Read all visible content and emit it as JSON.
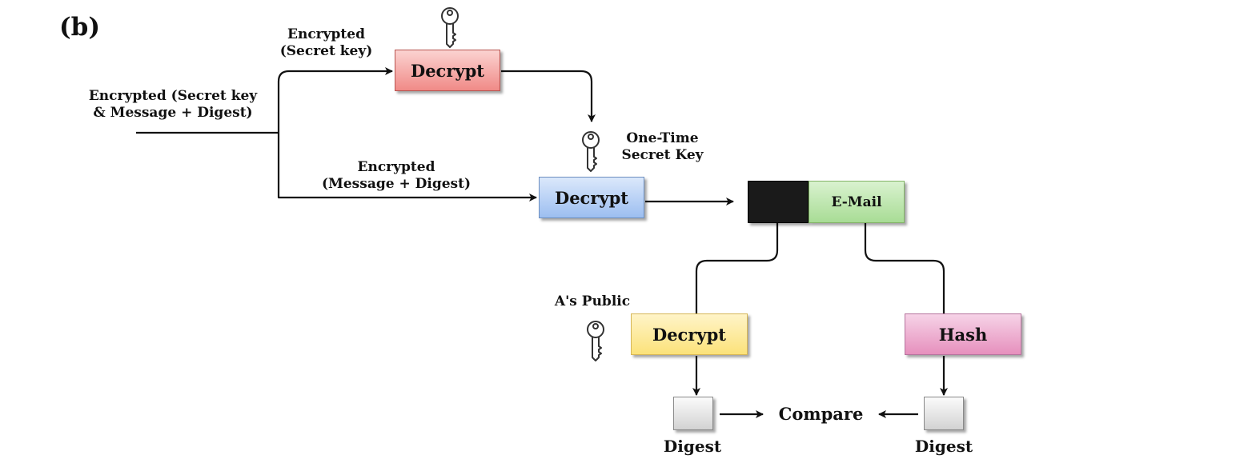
{
  "panel_label": "(b)",
  "labels": {
    "input": "Encrypted (Secret key\n& Message + Digest)",
    "enc_secret_key": "Encrypted\n(Secret key)",
    "enc_message_digest": "Encrypted\n(Message + Digest)",
    "one_time_key": "One-Time\nSecret Key",
    "public_key": "A's Public",
    "compare": "Compare",
    "digest_left": "Digest",
    "digest_right": "Digest"
  },
  "boxes": {
    "decrypt_secret": "Decrypt",
    "decrypt_message": "Decrypt",
    "email": "E-Mail",
    "decrypt_digest": "Decrypt",
    "hash": "Hash"
  },
  "colors": {
    "decrypt_secret_fill": "#f08a87",
    "decrypt_message_fill": "#9cbef0",
    "email_fill": "#a8dc95",
    "decrypt_digest_fill": "#fbe27a",
    "hash_fill": "#e690bd",
    "signature_block_fill": "#1a1a1a",
    "line": "#111111"
  },
  "icons": {
    "key_top": "key-icon",
    "key_one_time": "key-icon",
    "key_public": "key-icon"
  }
}
